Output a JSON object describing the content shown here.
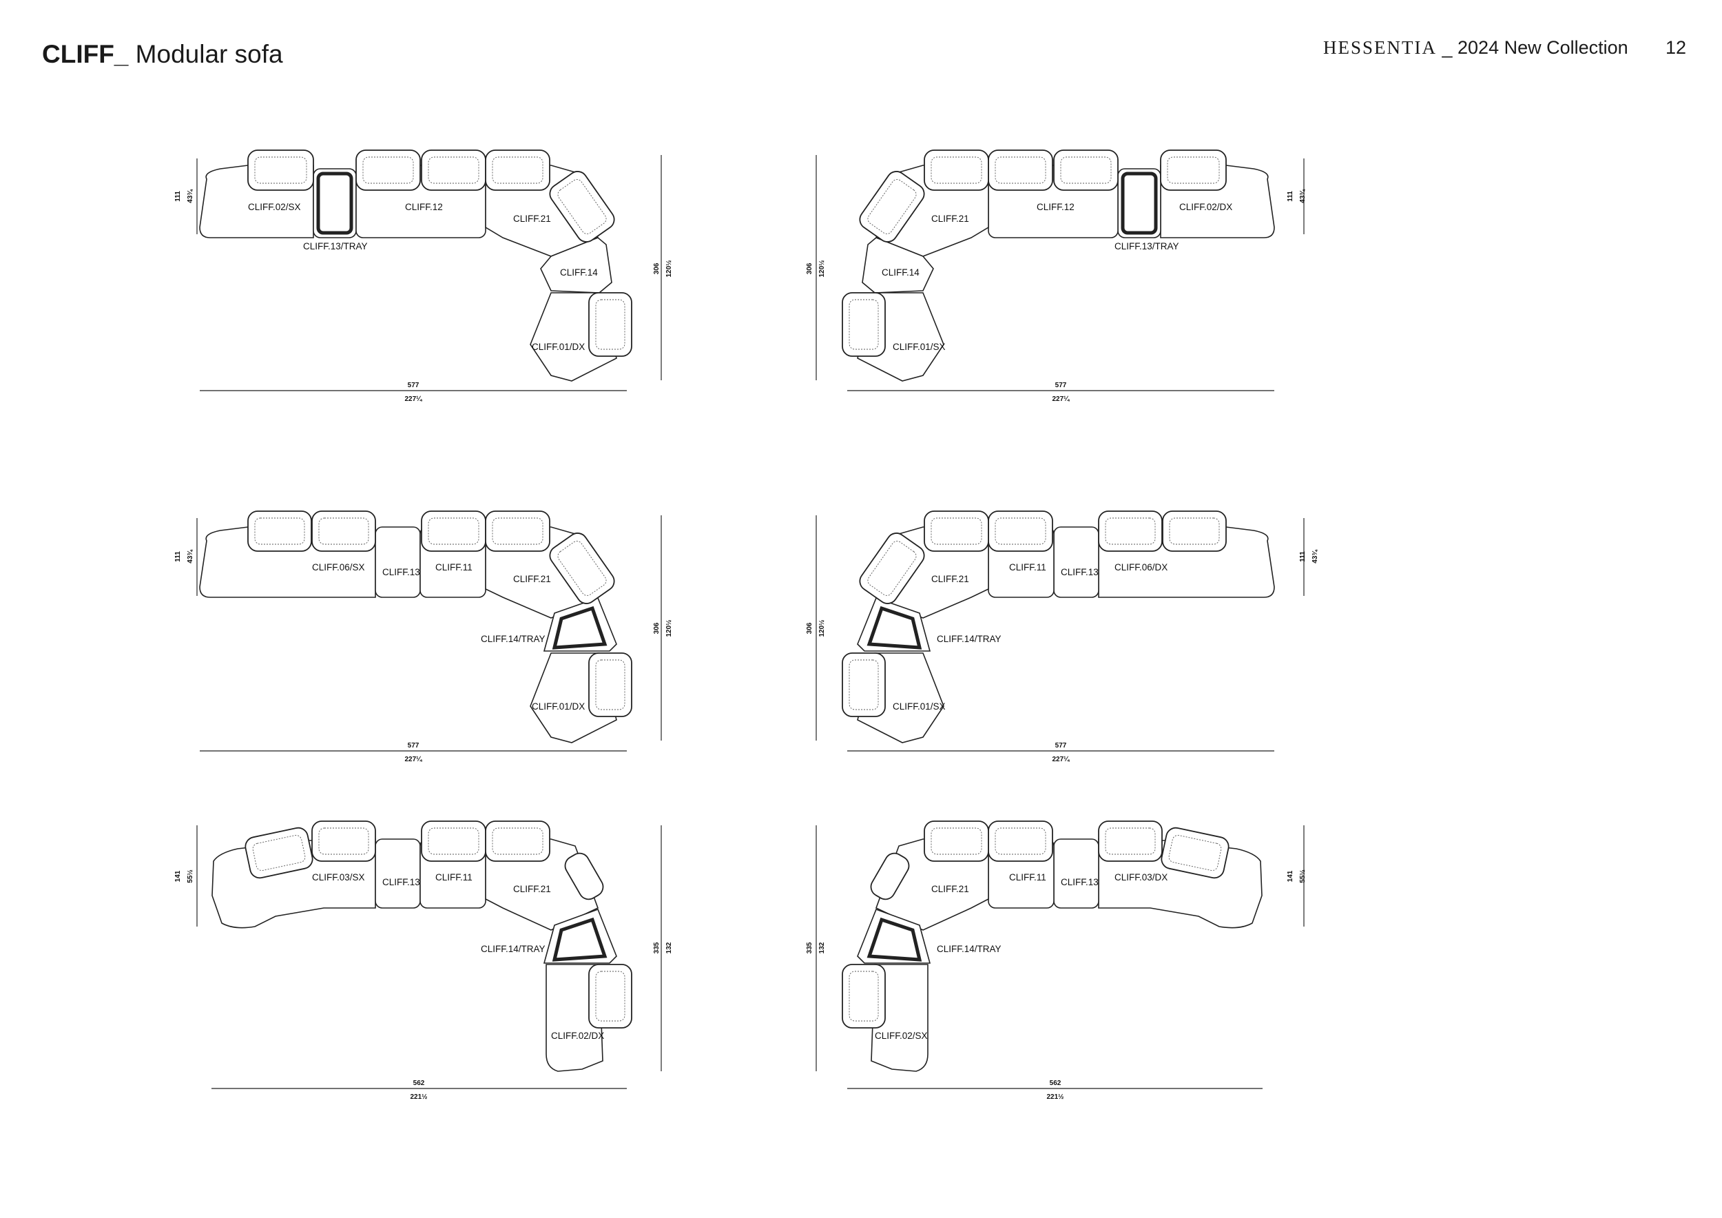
{
  "header": {
    "title_bold": "CLIFF_",
    "title_rest": " Modular sofa",
    "brand": "HESSENTIA",
    "collection": " _ 2024 New Collection",
    "page_number": "12"
  },
  "configurations": [
    {
      "labels": [
        "CLIFF.02/SX",
        "CLIFF.13/TRAY",
        "CLIFF.12",
        "CLIFF.21",
        "CLIFF.14",
        "CLIFF.01/DX"
      ],
      "width_cm": "577",
      "width_in": "227¼",
      "height_cm": "111",
      "height_in": "43¾",
      "depth_cm": "306",
      "depth_in": "120½"
    },
    {
      "labels": [
        "CLIFF.21",
        "CLIFF.12",
        "CLIFF.13/TRAY",
        "CLIFF.02/DX",
        "CLIFF.14",
        "CLIFF.01/SX"
      ],
      "width_cm": "577",
      "width_in": "227¼",
      "height_cm": "111",
      "height_in": "43¾",
      "depth_cm": "306",
      "depth_in": "120½"
    },
    {
      "labels": [
        "CLIFF.06/SX",
        "CLIFF.13",
        "CLIFF.11",
        "CLIFF.21",
        "CLIFF.14/TRAY",
        "CLIFF.01/DX"
      ],
      "width_cm": "577",
      "width_in": "227¼",
      "height_cm": "111",
      "height_in": "43¾",
      "depth_cm": "306",
      "depth_in": "120½"
    },
    {
      "labels": [
        "CLIFF.21",
        "CLIFF.11",
        "CLIFF.13",
        "CLIFF.06/DX",
        "CLIFF.14/TRAY",
        "CLIFF.01/SX"
      ],
      "width_cm": "577",
      "width_in": "227¼",
      "height_cm": "111",
      "height_in": "43¾",
      "depth_cm": "306",
      "depth_in": "120½"
    },
    {
      "labels": [
        "CLIFF.03/SX",
        "CLIFF.13",
        "CLIFF.11",
        "CLIFF.21",
        "CLIFF.14/TRAY",
        "CLIFF.02/DX"
      ],
      "width_cm": "562",
      "width_in": "221½",
      "height_cm": "141",
      "height_in": "55½",
      "depth_cm": "335",
      "depth_in": "132"
    },
    {
      "labels": [
        "CLIFF.21",
        "CLIFF.11",
        "CLIFF.13",
        "CLIFF.03/DX",
        "CLIFF.14/TRAY",
        "CLIFF.02/SX"
      ],
      "width_cm": "562",
      "width_in": "221½",
      "height_cm": "141",
      "height_in": "55½",
      "depth_cm": "335",
      "depth_in": "132"
    }
  ]
}
